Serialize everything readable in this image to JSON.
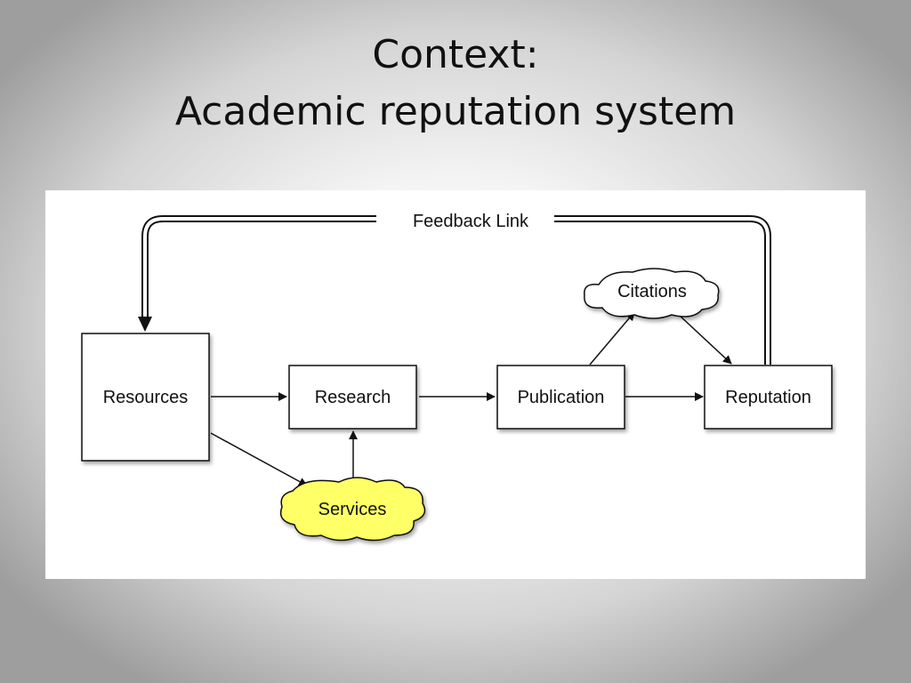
{
  "title": {
    "line1": "Context:",
    "line2": "Academic reputation system"
  },
  "diagram": {
    "feedback_label": "Feedback Link",
    "nodes": {
      "resources": "Resources",
      "research": "Research",
      "publication": "Publication",
      "reputation": "Reputation",
      "citations": "Citations",
      "services": "Services"
    },
    "colors": {
      "services_fill": "#ffff66",
      "citations_fill": "#ffffff",
      "box_fill": "#ffffff",
      "stroke": "#111111"
    }
  }
}
